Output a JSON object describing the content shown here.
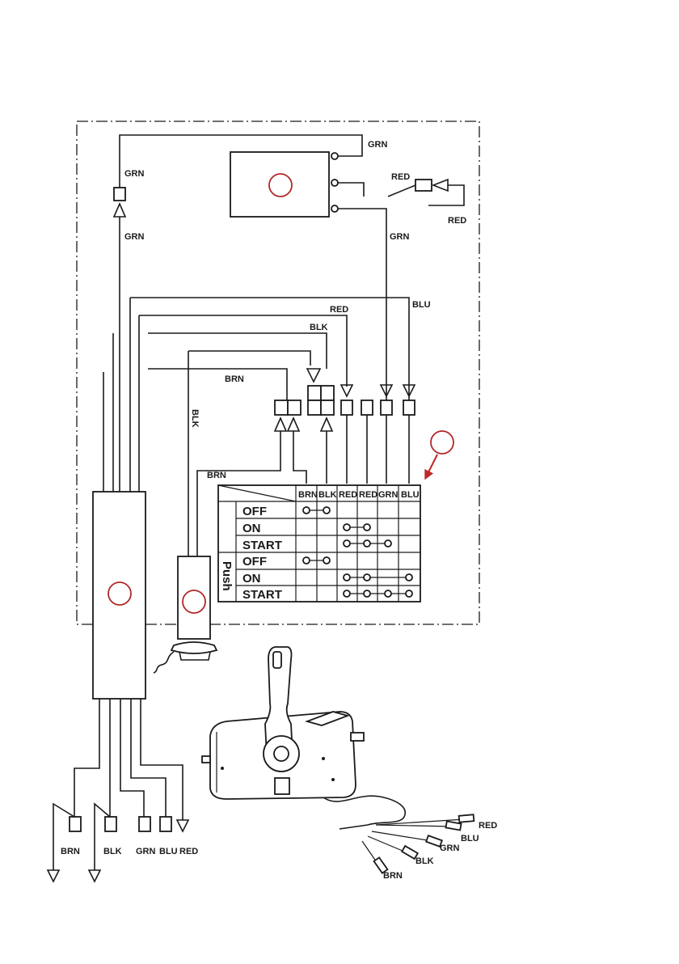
{
  "wire_labels": {
    "grn_top_right": "GRN",
    "grn_left_upper": "GRN",
    "grn_left_lower": "GRN",
    "red_upper": "RED",
    "red_lower": "RED",
    "grn_mid": "GRN",
    "blu_mid": "BLU",
    "red_bus": "RED",
    "blk_bus": "BLK",
    "brn_bus": "BRN",
    "blk_vertical": "BLK",
    "brn_lower": "BRN"
  },
  "switch_table": {
    "columns": [
      "BRN",
      "BLK",
      "RED",
      "RED",
      "GRN",
      "BLU"
    ],
    "rows": [
      "OFF",
      "ON",
      "START",
      "OFF",
      "ON",
      "START"
    ],
    "push_label": "Push"
  },
  "bottom_leads": [
    "BRN",
    "BLK",
    "GRN",
    "BLU",
    "RED"
  ],
  "control_leads": [
    "RED",
    "BLU",
    "GRN",
    "BLK",
    "BRN"
  ],
  "colors": {
    "callout_red": "#b02828",
    "ink": "#1a1a1a"
  }
}
